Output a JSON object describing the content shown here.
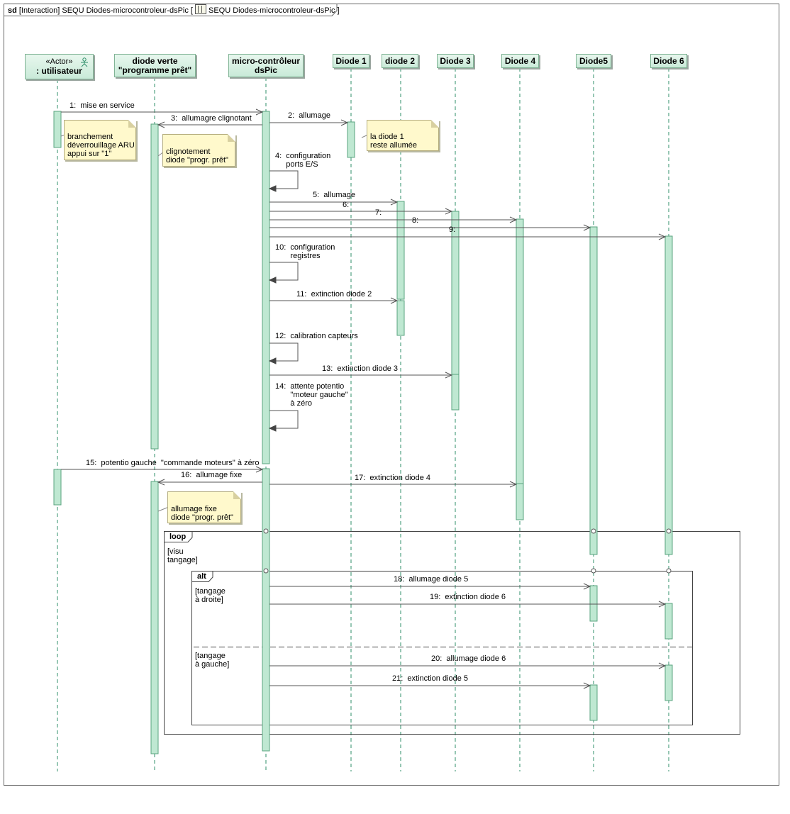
{
  "frame": {
    "sd": "sd",
    "title_left": "[Interaction] SEQU Diodes-microcontroleur-dsPic [",
    "title_right": "SEQU Diodes-microcontroleur-dsPic ]"
  },
  "lifelines": [
    {
      "id": "user",
      "stereotype": "«Actor»",
      "name": ": utilisateur"
    },
    {
      "id": "led",
      "name_line1": "diode verte",
      "name_line2": "\"programme prêt\""
    },
    {
      "id": "mcu",
      "name_line1": "micro-contrôleur",
      "name_line2": "dsPic"
    },
    {
      "id": "d1",
      "name": "Diode 1"
    },
    {
      "id": "d2",
      "name": "diode 2"
    },
    {
      "id": "d3",
      "name": "Diode 3"
    },
    {
      "id": "d4",
      "name": "Diode 4"
    },
    {
      "id": "d5",
      "name": "Diode5"
    },
    {
      "id": "d6",
      "name": "Diode 6"
    }
  ],
  "messages": [
    {
      "n": "1",
      "text": "mise en service"
    },
    {
      "n": "2",
      "text": "allumage"
    },
    {
      "n": "3",
      "text": "allumagre clignotant"
    },
    {
      "n": "4",
      "text": "configuration\nports E/S"
    },
    {
      "n": "5",
      "text": "allumage"
    },
    {
      "n": "6",
      "text": ""
    },
    {
      "n": "7",
      "text": ""
    },
    {
      "n": "8",
      "text": ""
    },
    {
      "n": "9",
      "text": ""
    },
    {
      "n": "10",
      "text": "configuration\nregistres"
    },
    {
      "n": "11",
      "text": "extinction diode 2"
    },
    {
      "n": "12",
      "text": "calibration capteurs"
    },
    {
      "n": "13",
      "text": "extinction diode 3"
    },
    {
      "n": "14",
      "text": "attente potentio\n\"moteur gauche\"\nà zéro"
    },
    {
      "n": "15",
      "text": "potentio gauche  \"commande moteurs\" à zéro"
    },
    {
      "n": "16",
      "text": "allumage fixe"
    },
    {
      "n": "17",
      "text": "extinction diode 4"
    },
    {
      "n": "18",
      "text": "allumage diode 5"
    },
    {
      "n": "19",
      "text": "extinction diode 6"
    },
    {
      "n": "20",
      "text": "allumage diode 6"
    },
    {
      "n": "21",
      "text": "extinction diode 5"
    }
  ],
  "notes": [
    {
      "id": "n1",
      "text": "branchement\ndéverrouillage ARU\nappui sur \"1\""
    },
    {
      "id": "n2",
      "text": "clignotement\ndiode \"progr. prêt\""
    },
    {
      "id": "n3",
      "text": "la diode 1\nreste allumée"
    },
    {
      "id": "n4",
      "text": "allumage fixe\ndiode \"progr. prêt\""
    }
  ],
  "fragments": {
    "loop": {
      "kind": "loop",
      "guard": "[visu\ntangage]"
    },
    "alt": {
      "kind": "alt",
      "guard1": "[tangage\nà droite]",
      "guard2": "[tangage\nà gauche]"
    }
  },
  "colors": {
    "lifeline": "#2f8f6a",
    "activation_fill": "#bfe8d2",
    "activation_border": "#5aa37f",
    "note_fill": "#fff9cc",
    "arrow": "#555555"
  }
}
